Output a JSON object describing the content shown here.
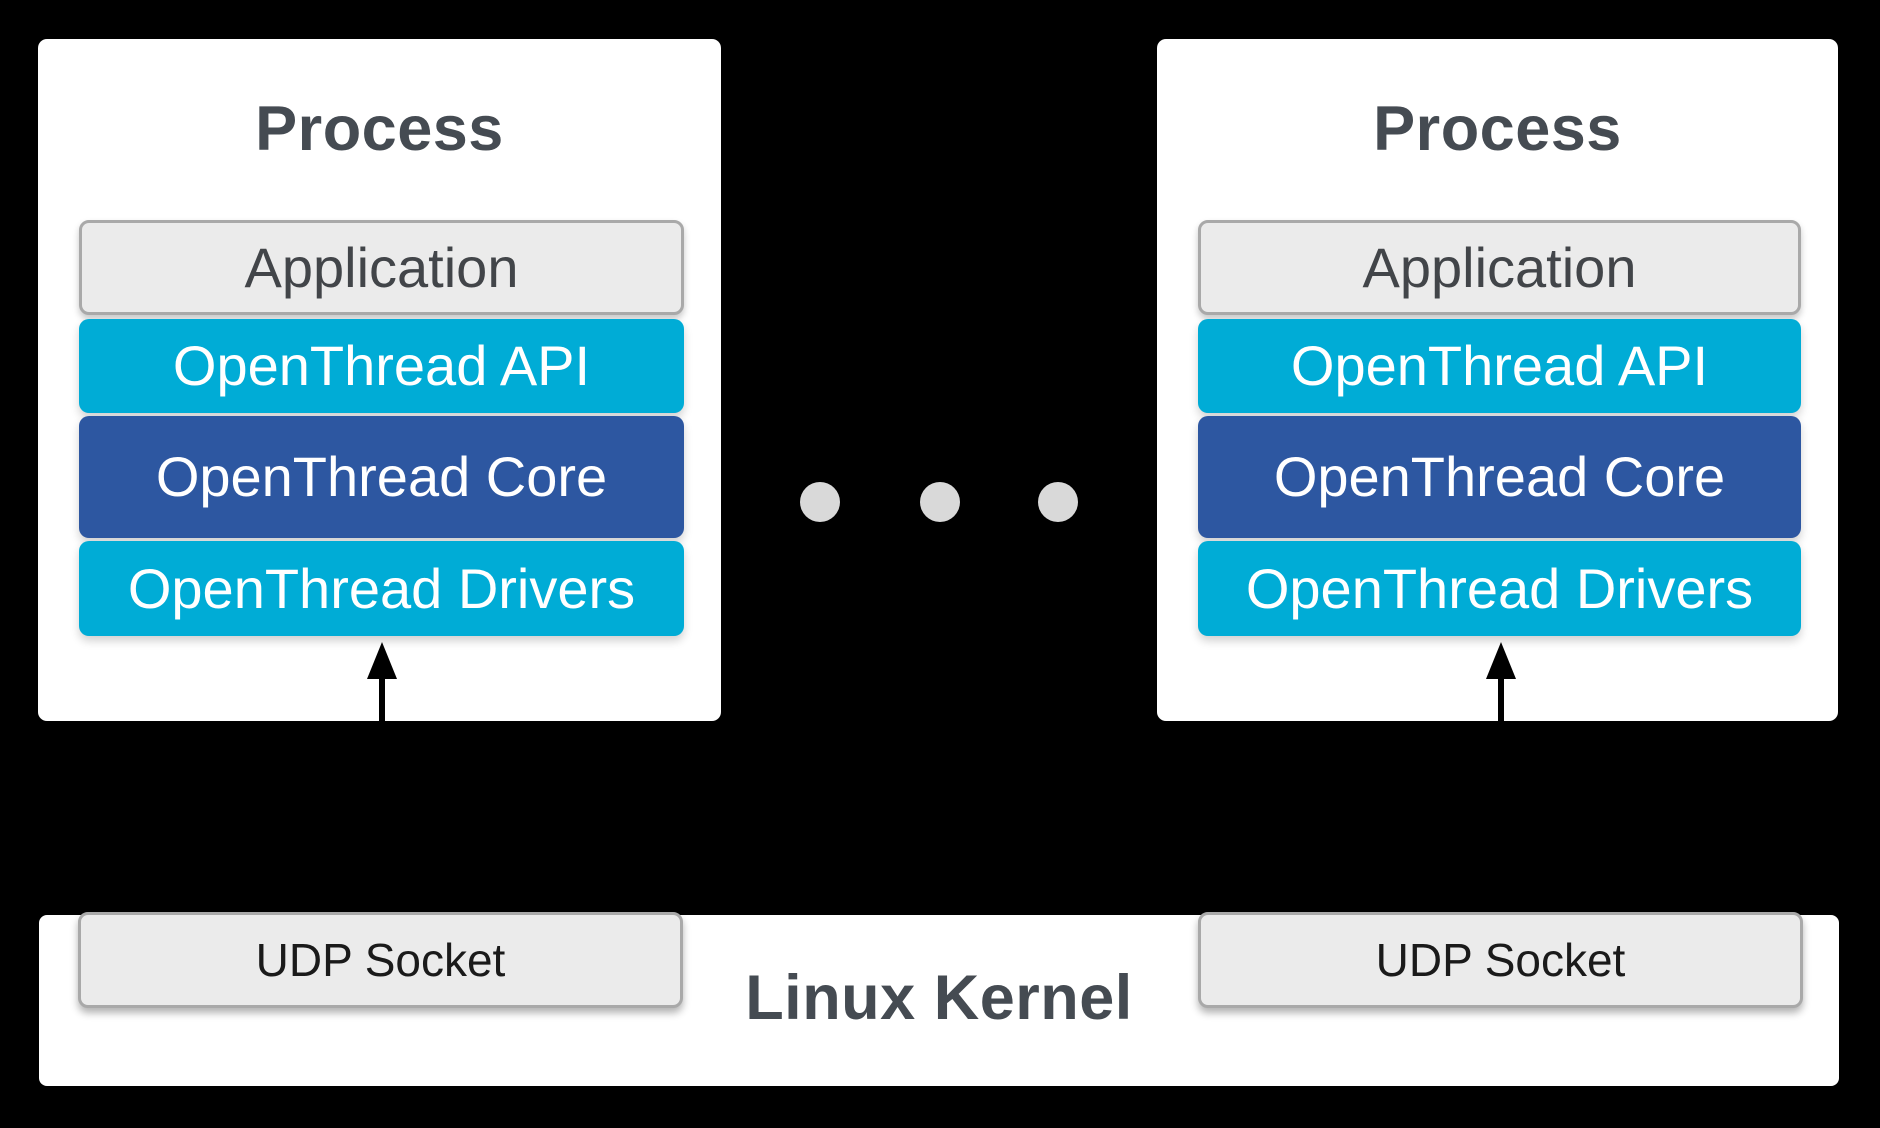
{
  "diagram": {
    "background_color": "#000000",
    "accent_colors": {
      "cyan": "#00ACD6",
      "dark_blue": "#2D57A1",
      "light_gray_fill": "#EBEBEB",
      "gray_border": "#A9A9A9",
      "title_text": "#454B52",
      "dot_gray": "#D9D9D9"
    }
  },
  "processes": [
    {
      "title": "Process",
      "layers": [
        {
          "label": "Application",
          "color": "#EBEBEB"
        },
        {
          "label": "OpenThread API",
          "color": "#00ACD6"
        },
        {
          "label": "OpenThread Core",
          "color": "#2D57A1"
        },
        {
          "label": "OpenThread Drivers",
          "color": "#00ACD6"
        }
      ]
    },
    {
      "title": "Process",
      "layers": [
        {
          "label": "Application",
          "color": "#EBEBEB"
        },
        {
          "label": "OpenThread API",
          "color": "#00ACD6"
        },
        {
          "label": "OpenThread Core",
          "color": "#2D57A1"
        },
        {
          "label": "OpenThread Drivers",
          "color": "#00ACD6"
        }
      ]
    }
  ],
  "ellipsis": {
    "dot_count": 3
  },
  "kernel": {
    "label": "Linux Kernel",
    "sockets": [
      "UDP Socket",
      "UDP Socket"
    ]
  }
}
